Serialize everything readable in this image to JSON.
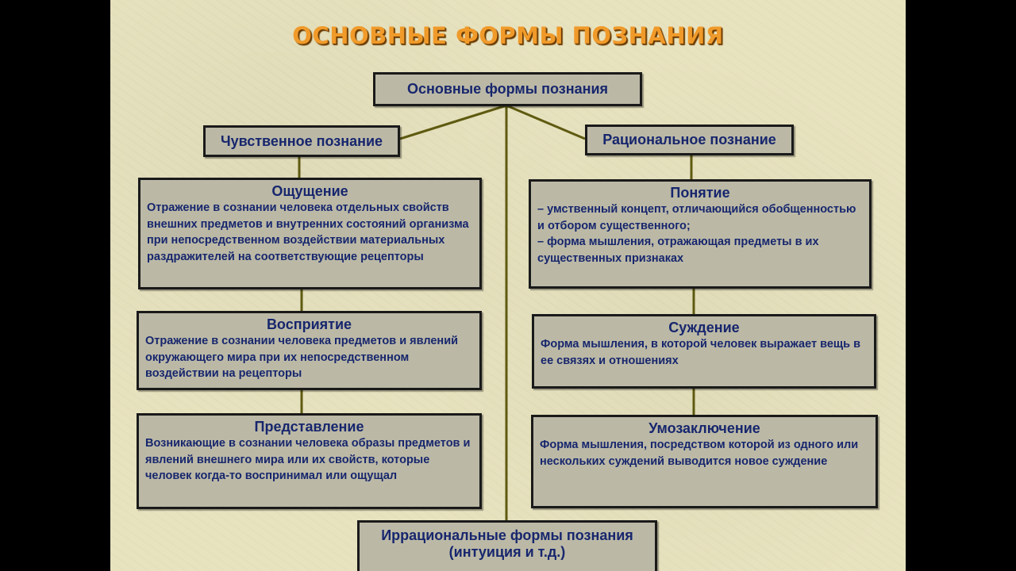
{
  "title": "ОСНОВНЫЕ ФОРМЫ ПОЗНАНИЯ",
  "root": "Основные формы познания",
  "sensory": {
    "header": "Чувственное познание",
    "items": [
      {
        "name": "Ощущение",
        "desc": "Отражение в сознании человека отдельных свойств внешних предметов и внутренних состояний организма при непосредственном воздействии материальных раздражителей на соответствующие рецепторы"
      },
      {
        "name": "Восприятие",
        "desc": "Отражение в сознании человека предметов и явлений окружающего мира при их непосредственном воздействии на рецепторы"
      },
      {
        "name": "Представление",
        "desc": "Возникающие в сознании человека образы предметов и явлений внешнего мира или их свойств, которые человек когда-то воспринимал или ощущал"
      }
    ]
  },
  "rational": {
    "header": "Рациональное познание",
    "concept": {
      "name": "Понятие",
      "points": [
        "– умственный концепт, отличающийся обобщенностью и отбором существенного;",
        "– форма мышления, отражающая предметы в их существенных признаках"
      ]
    },
    "items": [
      {
        "name": "Суждение",
        "desc": "Форма мышления, в которой человек выражает вещь в ее связях и отношениях"
      },
      {
        "name": "Умозаключение",
        "desc": "Форма мышления, посредством которой из одного или нескольких суждений выводится новое суждение"
      }
    ]
  },
  "irrational": {
    "line1": "Иррациональные формы познания",
    "line2": "(интуиция и т.д.)"
  },
  "colors": {
    "background": "#e8e3bf",
    "box": "#bbb9a6",
    "text": "#17266d",
    "title": "#f09a2a",
    "connector": "#5e5a10"
  }
}
